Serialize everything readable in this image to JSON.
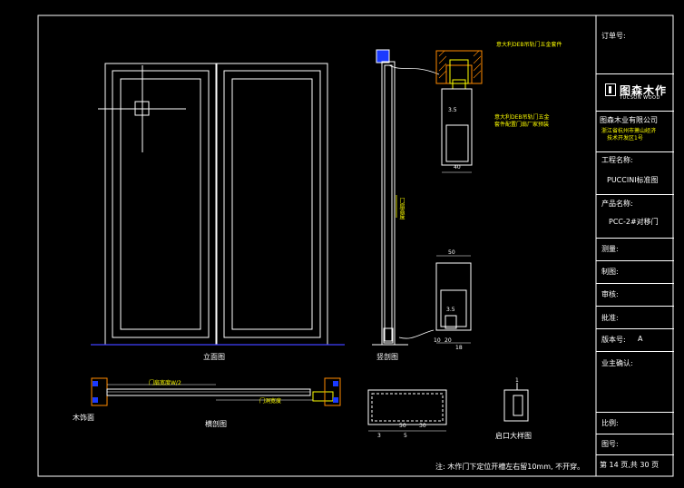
{
  "title_block": {
    "order_no_label": "订单号:",
    "logo_cn": "图森木作",
    "logo_en": "TUCSON WOOD",
    "company": "图森木业有限公司",
    "address_1": "浙江省杭州市萧山经济",
    "address_2": "技术开发区1号",
    "project_label": "工程名称:",
    "project_value": "PUCCINI标准图",
    "product_label": "产品名称:",
    "product_value": "PCC-2#对移门",
    "survey_label": "测量:",
    "draw_label": "制图:",
    "review_label": "审核:",
    "approve_label": "批准:",
    "version_label": "版本号:",
    "version_value": "A",
    "owner_label": "业主确认:",
    "scale_label": "比例:",
    "drawing_no_label": "图号:",
    "page_text": "第 14 页,共 30 页"
  },
  "views": {
    "elevation": "立面图",
    "vertical_section": "竖剖图",
    "horizontal_section": "横剖图",
    "notch_detail": "启口大样图",
    "wood_trim": "木饰面"
  },
  "annotations": {
    "hardware_top": "意大利DEB吊轨门五金套件",
    "hardware_mid_1": "意大利DEB吊轨门五金",
    "hardware_mid_2": "套件配置门扇厂家预装",
    "door_height": "门扇高度",
    "door_width": "门扇宽度W/2",
    "opening_width": "门洞宽度"
  },
  "dimensions": {
    "d_3_5_top": "3.5",
    "d_40": "40",
    "d_50": "50",
    "d_3_5_bot": "3.5",
    "d_10": "10",
    "d_20": "20",
    "d_18": "18",
    "d_1": "1",
    "d_50b": "50",
    "d_30": "30",
    "d_3": "3",
    "d_5": "5"
  },
  "note": "注: 木作门下定位开槽左右留10mm, 不开穿。"
}
